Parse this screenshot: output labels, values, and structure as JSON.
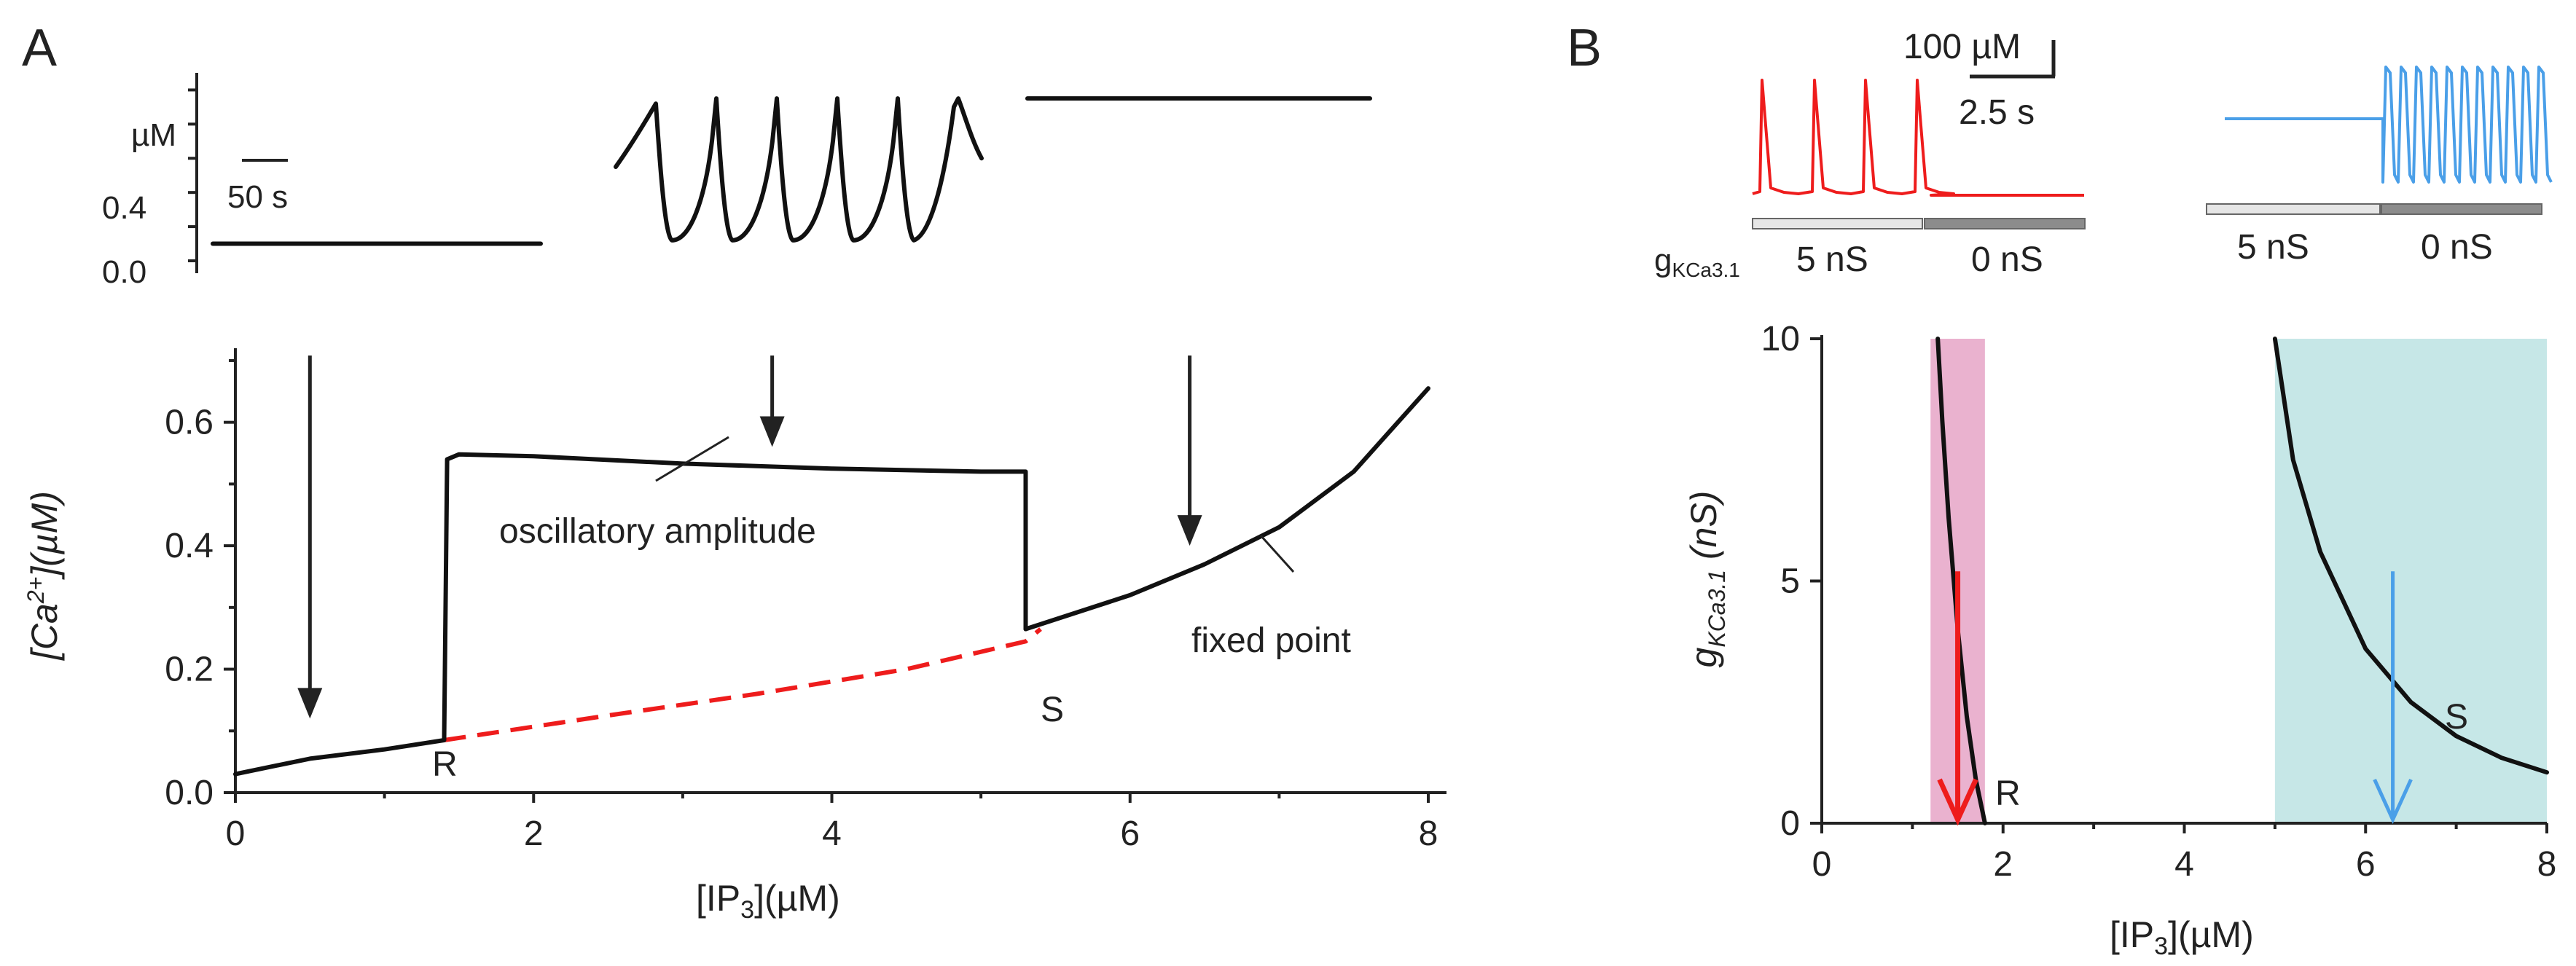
{
  "panels": {
    "a_label": "A",
    "b_label": "B"
  },
  "colors": {
    "black": "#111111",
    "red": "#ee1c1c",
    "blue": "#4a9fe8",
    "pink_band": "#eab2cf",
    "cyan_band": "#c6e7e7",
    "bar_light": "#e6e6e6",
    "bar_dark": "#8c8c8c"
  },
  "chart_data": [
    {
      "id": "A_top",
      "type": "line",
      "ylabel": "µM",
      "ylim": [
        0,
        1.1
      ],
      "yticks": [
        0.0,
        0.4
      ],
      "ytick_labels": [
        "0.0",
        "0.4"
      ],
      "scale_bar_label": "50 s",
      "series": [
        {
          "values": [
            0.1,
            0.1
          ]
        },
        {
          "values": [
            0.55,
            0.9,
            0.1,
            0.95,
            0.1,
            0.95,
            0.1,
            0.95,
            0.1,
            0.95,
            0.6
          ]
        },
        {
          "values": [
            0.95,
            0.95
          ]
        }
      ]
    },
    {
      "id": "A_main",
      "type": "line",
      "xlabel": "[IP3](µM)",
      "xlabel_main": "[IP",
      "xlabel_sub": "3",
      "xlabel_tail": "](µM)",
      "ylabel": "[Ca2+](µM)",
      "ylabel_main": "[Ca",
      "ylabel_sup": "2+",
      "ylabel_tail": "](µM)",
      "xlim": [
        0,
        8
      ],
      "ylim": [
        0,
        0.72
      ],
      "xticks": [
        0,
        2,
        4,
        6,
        8
      ],
      "xtick_labels": [
        "0",
        "2",
        "4",
        "6",
        "8"
      ],
      "yticks": [
        0.0,
        0.2,
        0.4,
        0.6
      ],
      "ytick_labels": [
        "0.0",
        "0.2",
        "0.4",
        "0.6"
      ],
      "series": [
        {
          "x": [
            0,
            0.5,
            1.0,
            1.4
          ],
          "y": [
            0.03,
            0.055,
            0.07,
            0.085
          ]
        },
        {
          "x": [
            1.4,
            2.5,
            3.5,
            4.5,
            5.3,
            5.4
          ],
          "y": [
            0.085,
            0.125,
            0.16,
            0.2,
            0.245,
            0.265
          ]
        },
        {
          "x": [
            1.4,
            1.42,
            1.5,
            2.0,
            3.0,
            4.0,
            5.0,
            5.3,
            5.3
          ],
          "y": [
            0.085,
            0.54,
            0.548,
            0.545,
            0.533,
            0.525,
            0.52,
            0.52,
            0.265
          ]
        },
        {
          "x": [
            5.3,
            6.0,
            6.5,
            7.0,
            7.5,
            8.0
          ],
          "y": [
            0.265,
            0.32,
            0.37,
            0.43,
            0.52,
            0.655
          ]
        }
      ],
      "points": [
        {
          "label": "R",
          "x": 1.4,
          "y": 0.085
        },
        {
          "label": "S",
          "x": 5.4,
          "y": 0.265
        }
      ],
      "annotations": [
        {
          "text": "oscillatory amplitude",
          "x": 2.8,
          "y": 0.53
        },
        {
          "text": "fixed point",
          "x": 6.6,
          "y": 0.35
        }
      ],
      "arrows": [
        {
          "x": 0.5,
          "y_from": 0.72,
          "y_to": 0.12
        },
        {
          "x": 3.6,
          "y_from": 0.72,
          "y_to": 0.56
        },
        {
          "x": 6.4,
          "y_from": 0.72,
          "y_to": 0.4
        }
      ]
    },
    {
      "id": "B_top",
      "type": "line",
      "scale_y_label": "100 µM",
      "scale_x_label": "2.5 s",
      "condition_label": "g",
      "condition_label_sub": "KCa3.1",
      "conditions_left": [
        "5 nS",
        "0 nS"
      ],
      "conditions_right": [
        "5 nS",
        "0 nS"
      ],
      "series": [
        {
          "name": "",
          "values": [
            4,
            4
          ]
        },
        {
          "name": "",
          "values": [
            10,
            10
          ]
        }
      ]
    },
    {
      "id": "B_main",
      "type": "line",
      "xlabel": "[IP3](µM)",
      "xlabel_main": "[IP",
      "xlabel_sub": "3",
      "xlabel_tail": "](µM)",
      "ylabel": "gKCa3.1 (nS)",
      "ylabel_main": "g",
      "ylabel_sub": "KCa3.1",
      "ylabel_tail": " (nS)",
      "xlim": [
        0,
        8
      ],
      "ylim": [
        0,
        10
      ],
      "xticks": [
        0,
        2,
        4,
        6,
        8
      ],
      "xtick_labels": [
        "0",
        "2",
        "4",
        "6",
        "8"
      ],
      "yticks": [
        0,
        5,
        10
      ],
      "ytick_labels": [
        "0",
        "5",
        "10"
      ],
      "bands": [
        {
          "x0": 1.2,
          "x1": 1.8
        },
        {
          "x0": 5.0,
          "x1": 8.0
        }
      ],
      "series": [
        {
          "x": [
            1.28,
            1.33,
            1.4,
            1.5,
            1.6,
            1.7,
            1.8
          ],
          "y": [
            10,
            8.3,
            6.3,
            4.0,
            2.2,
            0.9,
            0.0
          ]
        },
        {
          "x": [
            5.0,
            5.2,
            5.5,
            6.0,
            6.5,
            7.0,
            7.5,
            8.0
          ],
          "y": [
            10,
            7.5,
            5.6,
            3.6,
            2.5,
            1.8,
            1.35,
            1.05
          ]
        }
      ],
      "points": [
        {
          "label": "R",
          "x": 1.8,
          "y": 0.0
        },
        {
          "label": "S",
          "x": 6.8,
          "y": 2.1
        }
      ],
      "arrows": [
        {
          "x": 1.5,
          "y_from": 5.2,
          "y_to": 0.0
        },
        {
          "x": 6.3,
          "y_from": 5.2,
          "y_to": 0.0
        }
      ]
    }
  ]
}
